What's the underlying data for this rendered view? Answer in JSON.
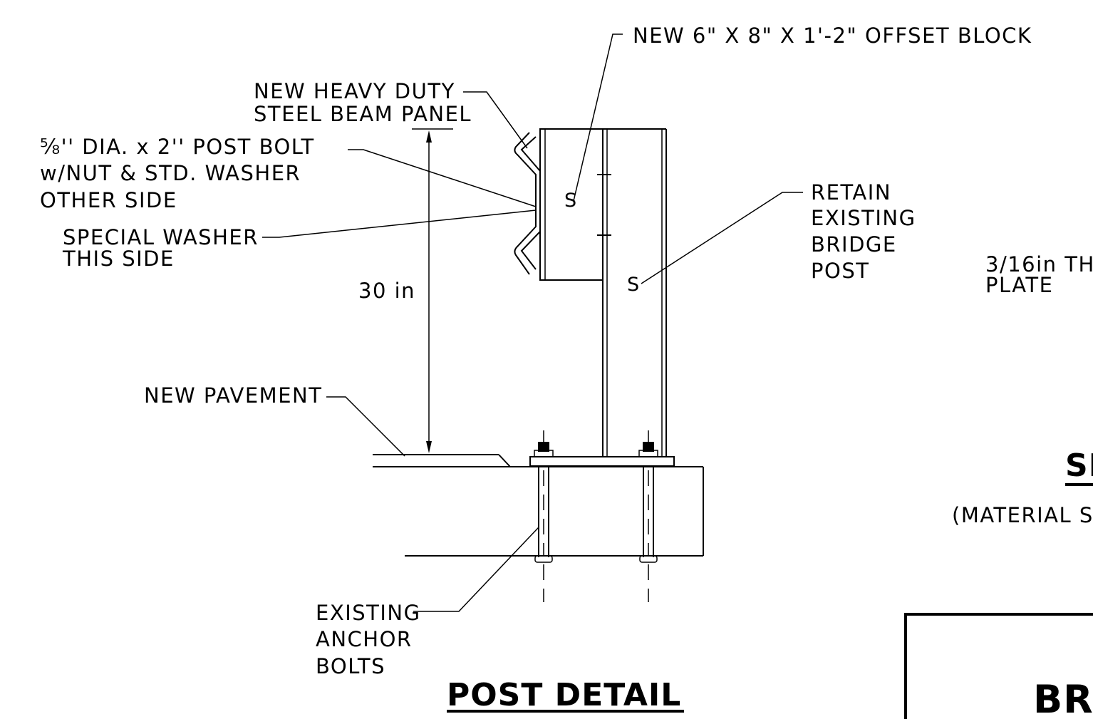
{
  "labels": {
    "offset_block": "NEW 6\" X 8\" X 1'-2\" OFFSET BLOCK",
    "beam_panel_l1": "NEW HEAVY DUTY",
    "beam_panel_l2": "STEEL BEAM PANEL",
    "post_bolt_frac": "⅝",
    "post_bolt_l1": "'' DIA. x 2'' POST BOLT",
    "post_bolt_l2": "w/NUT & STD. WASHER",
    "post_bolt_l3": "OTHER SIDE",
    "special_washer_l1": "SPECIAL WASHER",
    "special_washer_l2": "THIS SIDE",
    "height_dim": "30 in",
    "new_pavement": "NEW PAVEMENT",
    "retain_l1": "RETAIN",
    "retain_l2": "EXISTING",
    "retain_l3": "BRIDGE",
    "retain_l4": "POST",
    "anchor_l1": "EXISTING",
    "anchor_l2": "ANCHOR",
    "anchor_l3": "BOLTS",
    "plate_l1": "3/16in TH",
    "plate_l2": "PLATE",
    "section_partial": "SI",
    "material_partial": "(MATERIAL S",
    "title_block_partial": "BRI",
    "post_detail_title": "POST DETAIL"
  },
  "symbols": {
    "section_mark": "S"
  }
}
